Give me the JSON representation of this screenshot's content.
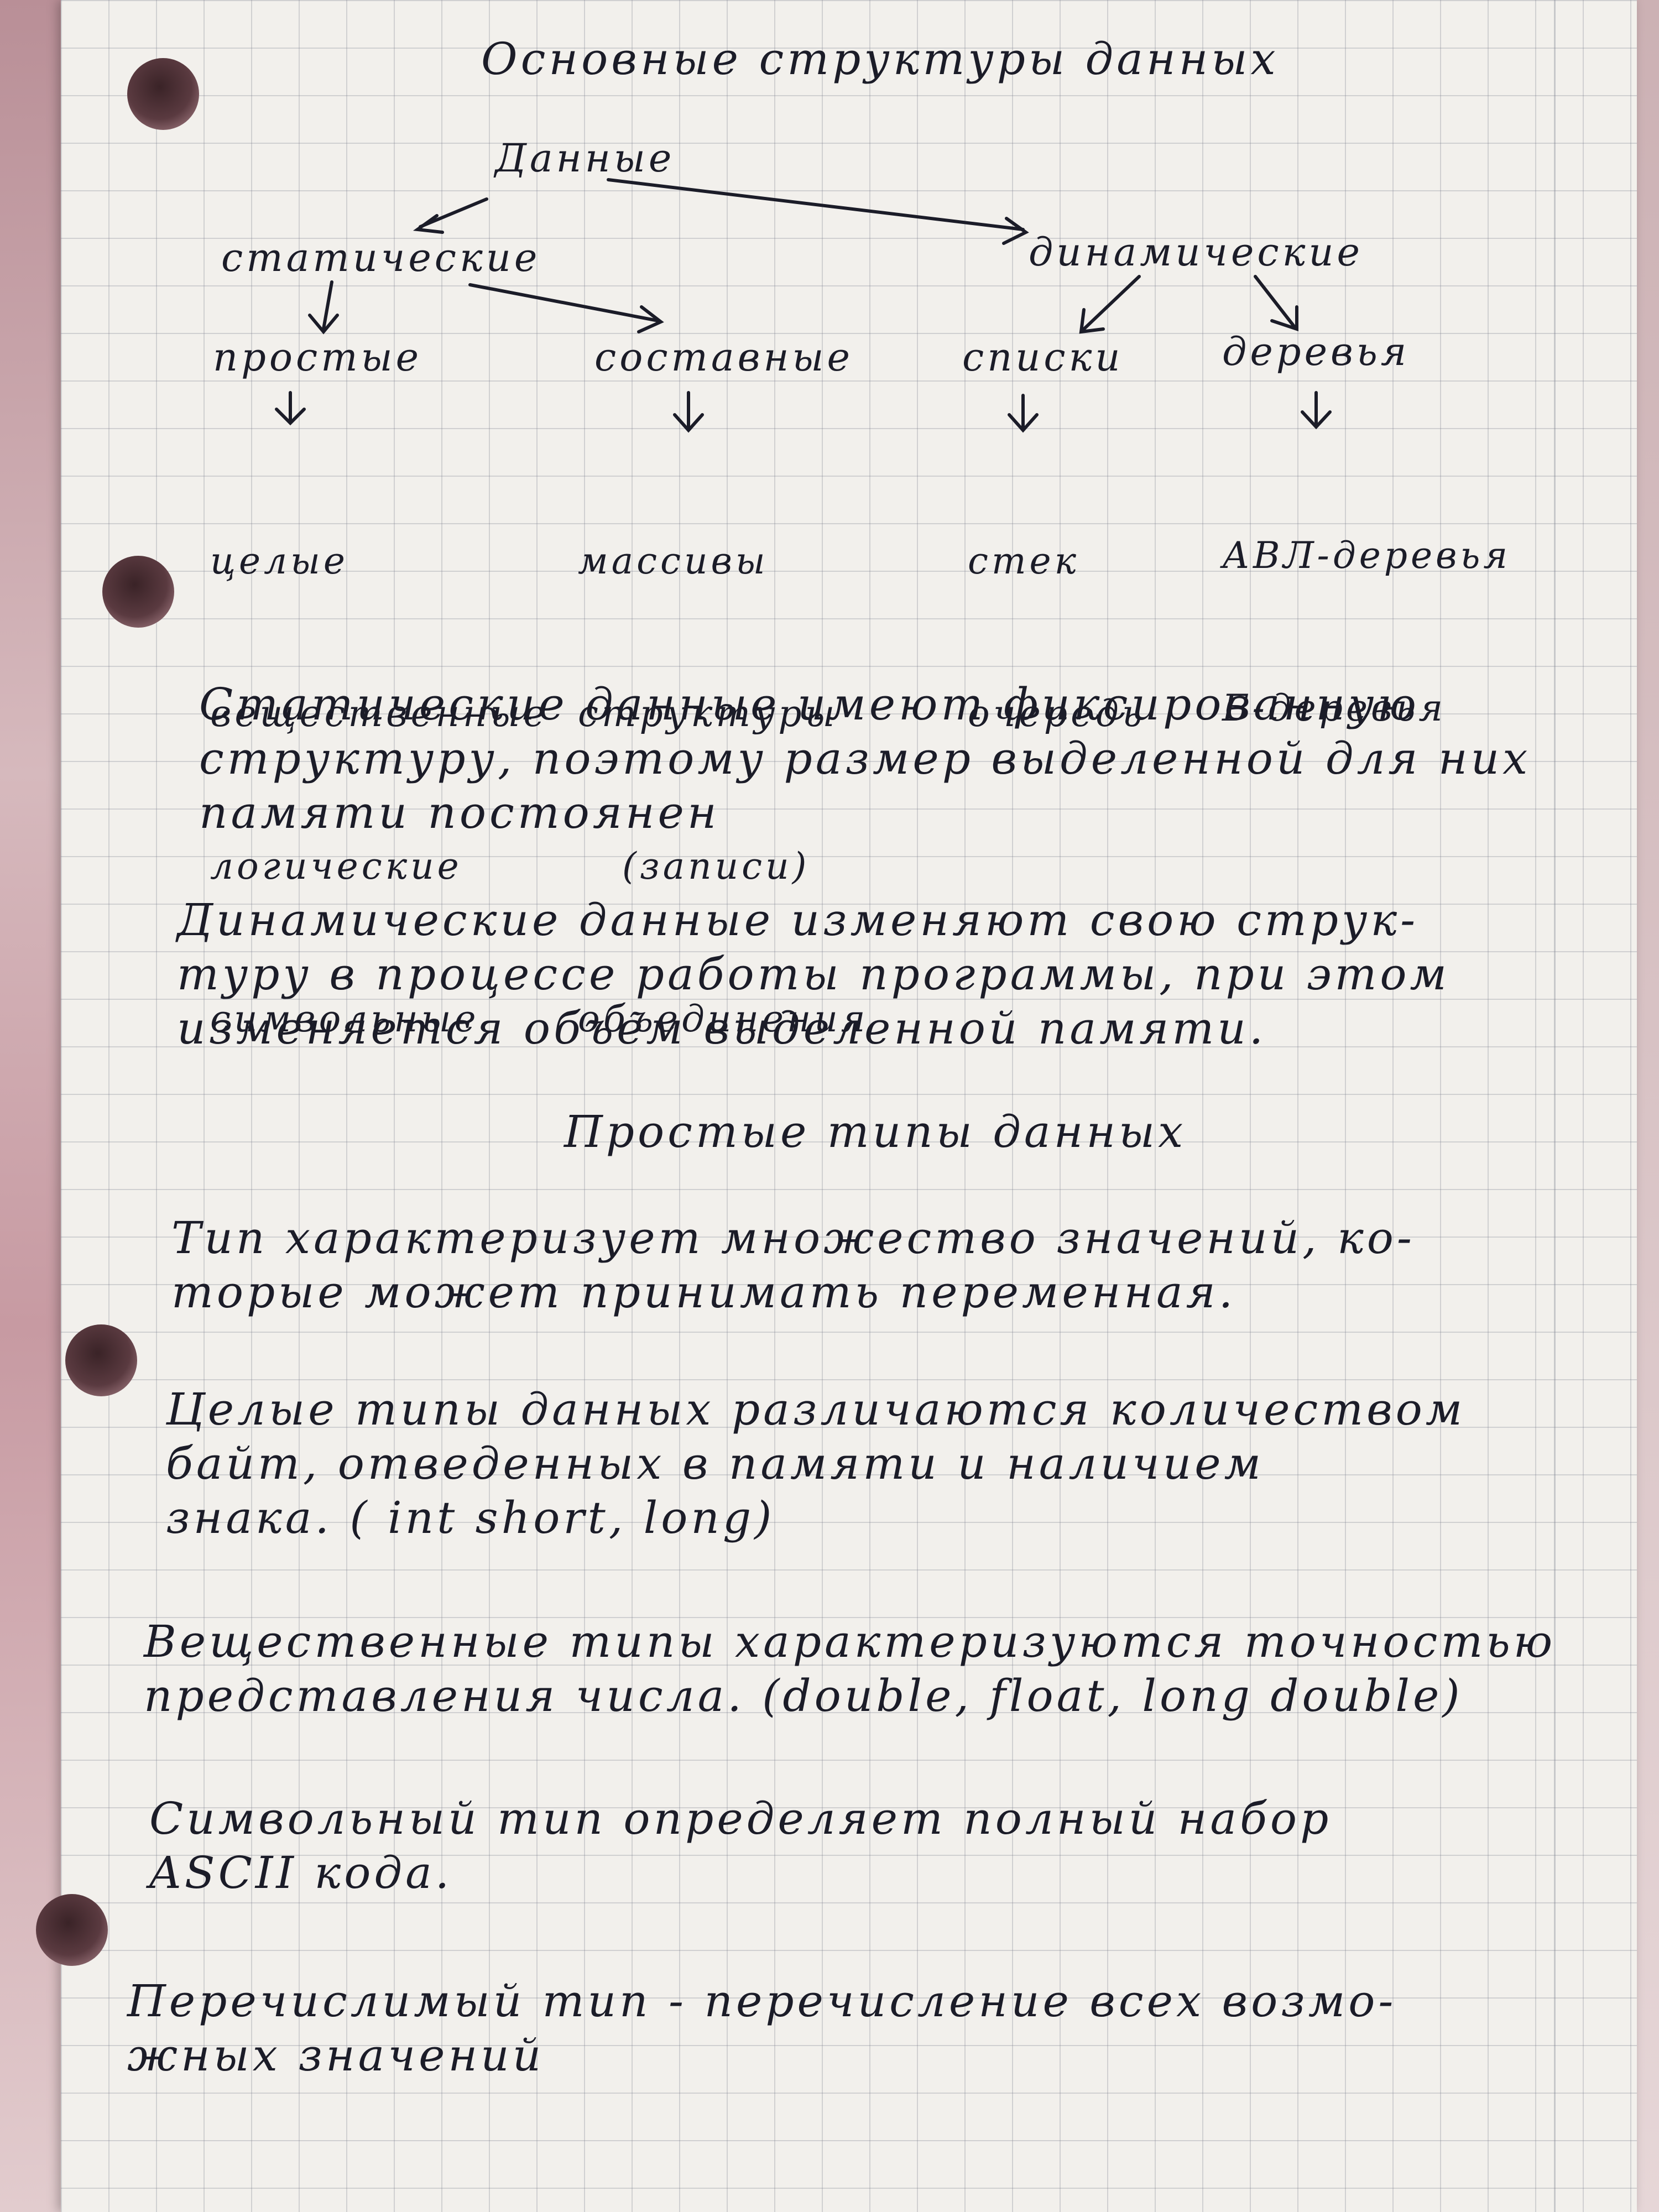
{
  "title": "Основные структуры данных",
  "diagram": {
    "root": "Данные",
    "static": "статические",
    "dynamic": "динамические",
    "simple": "простые",
    "compound": "составные",
    "lists": "списки",
    "trees": "деревья",
    "simple_items": [
      "целые",
      "вещественные",
      "логические",
      "символьные"
    ],
    "compound_items": [
      "массивы",
      "структуры",
      "(записи)",
      "объединения"
    ],
    "lists_items": [
      "стек",
      "очередь"
    ],
    "trees_items": [
      "АВЛ-деревья",
      "Б-деревья"
    ]
  },
  "para_static": "Статические данные имеют фиксированную\nструктуру, поэтому размер выделенной для них\nпамяти постоянен",
  "para_dynamic": "Динамические данные изменяют свою струк-\nтуру в процессе работы программы, при этом\nизменяется объем выделенной памяти.",
  "subtitle": "Простые типы данных",
  "para_type": "Тип характеризует множество значений, ко-\nторые может принимать переменная.",
  "para_int": "Целые типы данных различаются количеством\nбайт, отведенных в памяти и наличием\nзнака. ( int short, long)",
  "para_real": "Вещественные типы характеризуются точностью\nпредставления числа. (double, float, long double)",
  "para_char": "Символьный тип определяет полный набор\nASCII кода.",
  "para_enum": "Перечислимый тип - перечисление всех возмо-\nжных значений"
}
